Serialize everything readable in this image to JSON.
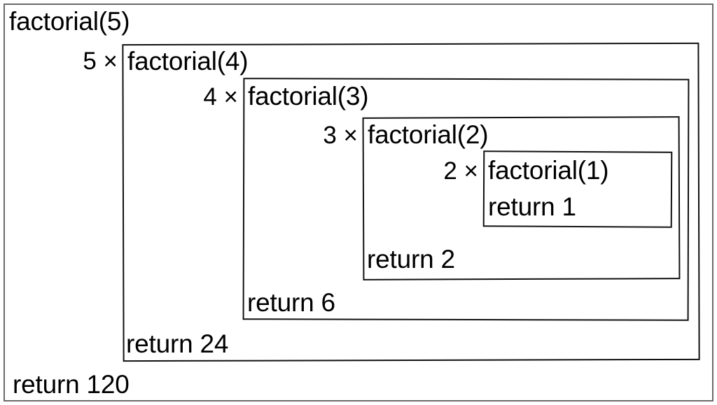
{
  "diagram": {
    "title_text": "factorial(5)",
    "kind": "recursion-trace",
    "colors": {
      "background": "#ffffff",
      "outer_frame": "#6a6a6a",
      "box_stroke": "#111111",
      "text": "#000000"
    },
    "levels": [
      {
        "id": "level-5",
        "call_label": "factorial(5)",
        "multiplier_label": "",
        "return_label": "return 120",
        "argument": 5,
        "result": 120
      },
      {
        "id": "level-4",
        "call_label": "factorial(4)",
        "multiplier_label": "5 ×",
        "return_label": "return 24",
        "argument": 4,
        "result": 24
      },
      {
        "id": "level-3",
        "call_label": "factorial(3)",
        "multiplier_label": "4 ×",
        "return_label": "return 6",
        "argument": 3,
        "result": 6
      },
      {
        "id": "level-2",
        "call_label": "factorial(2)",
        "multiplier_label": "3 ×",
        "return_label": "return 2",
        "argument": 2,
        "result": 2
      },
      {
        "id": "level-1",
        "call_label": "factorial(1)",
        "multiplier_label": "2 ×",
        "return_label": "return 1",
        "argument": 1,
        "result": 1
      }
    ]
  }
}
